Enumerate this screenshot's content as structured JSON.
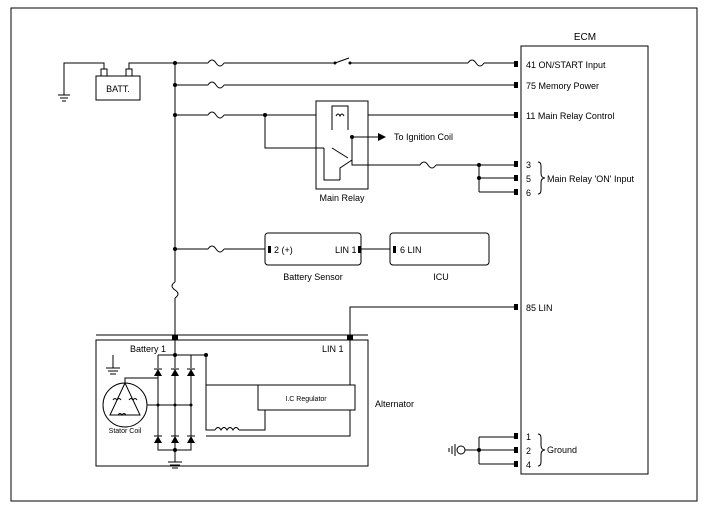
{
  "ecm": {
    "title": "ECM",
    "pins": {
      "on_start": "41 ON/START Input",
      "memory_power": "75 Memory Power",
      "main_relay_control": "11 Main Relay Control",
      "pin3": "3",
      "pin5": "5",
      "pin6": "6",
      "main_relay_on_input": "Main Relay 'ON' Input",
      "lin": "85 LIN",
      "gnd1": "1",
      "gnd2": "2",
      "gnd4": "4",
      "ground": "Ground"
    }
  },
  "battery": {
    "label": "BATT."
  },
  "main_relay": {
    "label": "Main Relay",
    "to_ignition_coil": "To Ignition Coil"
  },
  "battery_sensor": {
    "label": "Battery Sensor",
    "pin_plus": "2 (+)",
    "pin_lin": "LIN 1"
  },
  "icu": {
    "label": "ICU",
    "pin_lin": "6 LIN"
  },
  "alternator": {
    "label": "Alternator",
    "battery_pin": "Battery 1",
    "lin_pin": "LIN 1",
    "regulator": "I.C Regulator",
    "stator": "Stator Coil"
  }
}
